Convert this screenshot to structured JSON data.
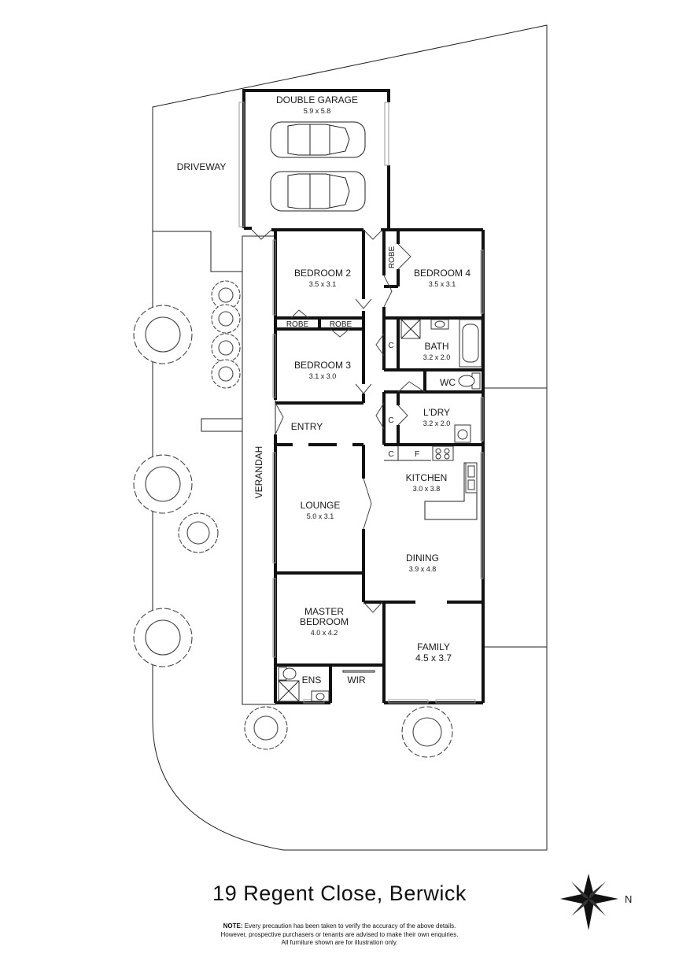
{
  "address": "19 Regent Close, Berwick",
  "note": {
    "label": "NOTE:",
    "lines": [
      "Every precaution has been taken to verify the accuracy of the above details.",
      "However, prospective purchasers or tenants are advised to make their own enquiries.",
      "All furniture shown are for illustration only."
    ]
  },
  "compass": {
    "north": "N"
  },
  "areas": {
    "driveway": "DRIVEWAY",
    "verandah": "VERANDAH"
  },
  "rooms": {
    "double_garage": {
      "name": "DOUBLE GARAGE",
      "dims": "5.9 x 5.8"
    },
    "bedroom2": {
      "name": "BEDROOM 2",
      "dims": "3.5 x 3.1"
    },
    "bedroom3": {
      "name": "BEDROOM 3",
      "dims": "3.1 x 3.0"
    },
    "bedroom4": {
      "name": "BEDROOM 4",
      "dims": "3.5 x 3.1"
    },
    "bath": {
      "name": "BATH",
      "dims": "3.2 x 2.0"
    },
    "wc": {
      "name": "WC"
    },
    "laundry": {
      "name": "L'DRY",
      "dims": "3.2 x 2.0"
    },
    "kitchen": {
      "name": "KITCHEN",
      "dims": "3.0 x 3.8"
    },
    "entry": {
      "name": "ENTRY"
    },
    "lounge": {
      "name": "LOUNGE",
      "dims": "5.0 x 3.1"
    },
    "dining": {
      "name": "DINING",
      "dims": "3.9 x 4.8"
    },
    "master": {
      "name_line1": "MASTER",
      "name_line2": "BEDROOM",
      "dims": "4.0 x 4.2"
    },
    "family": {
      "name": "FAMILY",
      "dims": "4.5 x 3.7"
    },
    "ens": {
      "name": "ENS"
    },
    "wir": {
      "name": "WIR"
    }
  },
  "storage": {
    "robe_b2": "ROBE",
    "robe_b3": "ROBE",
    "robe_b4": "ROBE",
    "cupboard_bath": "C",
    "cupboard_ldry": "C",
    "cupboard_kitchen": "C",
    "fridge": "F"
  }
}
